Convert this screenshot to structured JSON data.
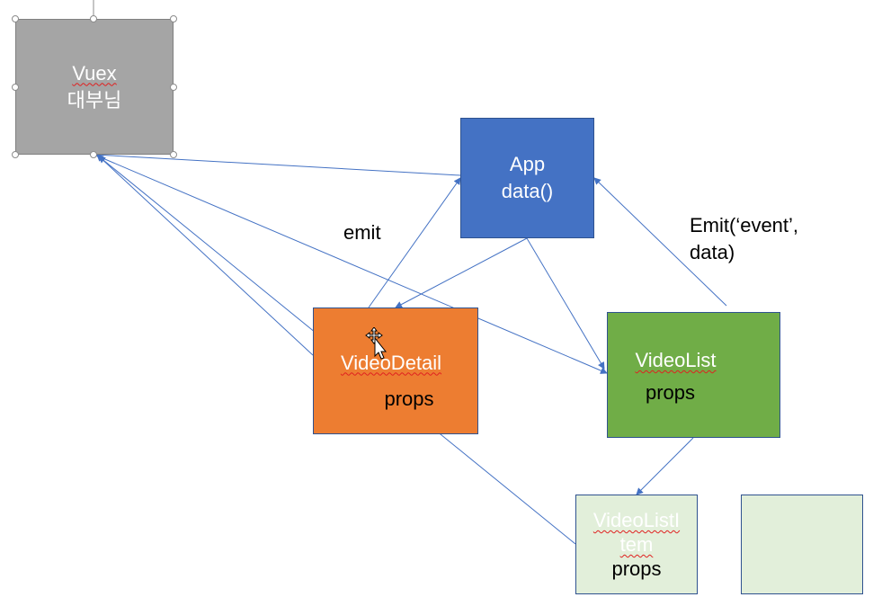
{
  "boxes": {
    "vuex": {
      "line1": "Vuex",
      "line2": "대부님"
    },
    "app": {
      "line1": "App",
      "line2": "data()"
    },
    "video_detail": {
      "line1": "VideoDetail",
      "line2": "props"
    },
    "video_list": {
      "line1": "VideoList",
      "line2": "props"
    },
    "video_list_item": {
      "line1": "VideoListI",
      "line2": "tem",
      "line3": "props"
    }
  },
  "labels": {
    "emit": "emit",
    "emit_event_line1": "Emit(‘event’,",
    "emit_event_line2": "data)"
  },
  "colors": {
    "vuex_fill": "#a5a5a5",
    "app_fill": "#4472c4",
    "video_detail_fill": "#ed7d31",
    "video_list_fill": "#70ad47",
    "video_list_item_fill": "#e2efda",
    "connector": "#4472c4"
  },
  "icons": {
    "cursor": "move-arrow-cursor-icon"
  }
}
